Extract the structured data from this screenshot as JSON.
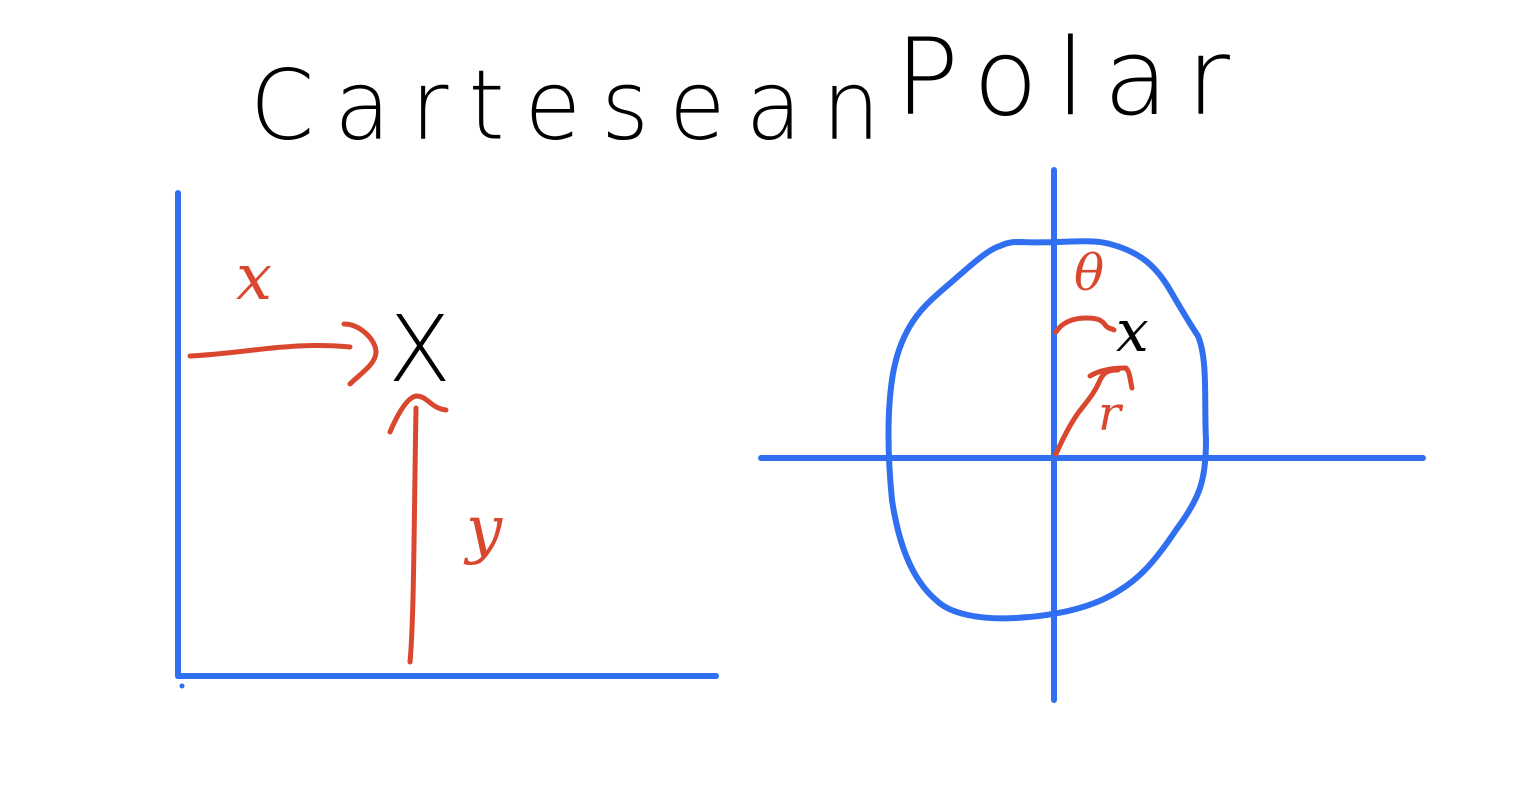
{
  "titles": {
    "cartesian": "Cartesean",
    "polar": "Polar"
  },
  "cartesian": {
    "point_label": "X",
    "x_label": "x",
    "y_label": "y"
  },
  "polar": {
    "point_label": "x",
    "angle_label": "θ",
    "radius_label": "r"
  },
  "colors": {
    "axis": "#2f6ff0",
    "annotation": "#d9472e",
    "ink": "#000000",
    "background": "#ffffff"
  }
}
